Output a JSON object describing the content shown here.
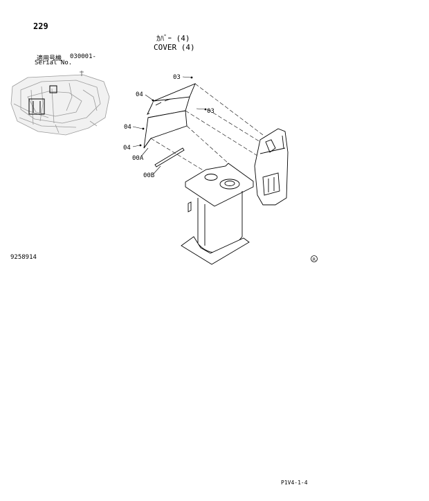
{
  "header": {
    "page_number": "229",
    "title_jp": "ｶﾊﾞｰ (4)",
    "title_en": "COVER (4)",
    "serial_label_jp": "適用号機",
    "serial_label_en": "Serial No.",
    "serial_value": "030001-"
  },
  "parts": {
    "p03_top": "03",
    "p03_right": "03",
    "p04_upper": "04",
    "p04_middle": "04",
    "p04_lower": "04",
    "p00A": "00A",
    "p00B": "00B"
  },
  "footer": {
    "doc_number": "9258914",
    "mark": "R",
    "page_code": "P1V4-1-4"
  }
}
